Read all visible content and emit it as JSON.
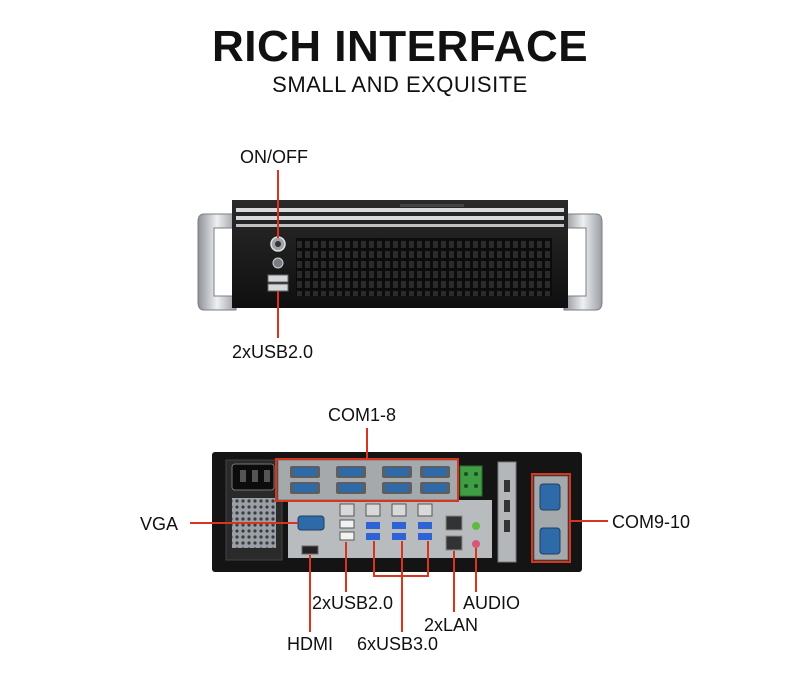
{
  "header": {
    "title": "RICH INTERFACE",
    "subtitle": "SMALL AND EXQUISITE"
  },
  "front_panel": {
    "power_label": "ON/OFF",
    "usb_label": "2xUSB2.0"
  },
  "rear_panel": {
    "com1_label": "COM1-8",
    "vga_label": "VGA",
    "com9_label": "COM9-10",
    "usb2_label": "2xUSB2.0",
    "hdmi_label": "HDMI",
    "usb3_label": "6xUSB3.0",
    "lan_label": "2xLAN",
    "audio_label": "AUDIO"
  },
  "colors": {
    "accent": "#d9351c",
    "chassis": "#1a1a1a",
    "silver": "#c9ccd0"
  }
}
